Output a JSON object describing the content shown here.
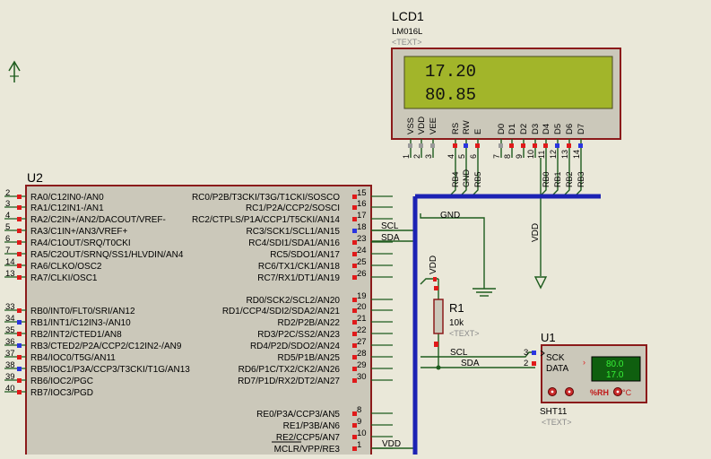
{
  "lcd": {
    "ref": "LCD1",
    "model": "LM016L",
    "text_placeholder": "<TEXT>",
    "line1": "17.20",
    "line2": "80.85",
    "pin_names": [
      "VSS",
      "VDD",
      "VEE",
      "RS",
      "RW",
      "E",
      "D0",
      "D1",
      "D2",
      "D3",
      "D4",
      "D5",
      "D6",
      "D7"
    ],
    "pin_numbers": [
      "1",
      "2",
      "3",
      "4",
      "5",
      "6",
      "7",
      "8",
      "9",
      "10",
      "11",
      "12",
      "13",
      "14"
    ],
    "bus_labels": [
      "RB4",
      "GND",
      "RB5",
      "RB0",
      "RB1",
      "RB2",
      "RB3"
    ]
  },
  "mcu": {
    "ref": "U2",
    "left_pins": [
      {
        "num": "2",
        "name": "RA0/C12IN0-/AN0"
      },
      {
        "num": "3",
        "name": "RA1/C12IN1-/AN1"
      },
      {
        "num": "4",
        "name": "RA2/C2IN+/AN2/DACOUT/VREF-"
      },
      {
        "num": "5",
        "name": "RA3/C1IN+/AN3/VREF+"
      },
      {
        "num": "6",
        "name": "RA4/C1OUT/SRQ/T0CKI"
      },
      {
        "num": "7",
        "name": "RA5/C2OUT/SRNQ/SS1/HLVDIN/AN4"
      },
      {
        "num": "14",
        "name": "RA6/CLKO/OSC2"
      },
      {
        "num": "13",
        "name": "RA7/CLKI/OSC1"
      },
      {
        "num": "33",
        "name": "RB0/INT0/FLT0/SRI/AN12"
      },
      {
        "num": "34",
        "name": "RB1/INT1/C12IN3-/AN10"
      },
      {
        "num": "35",
        "name": "RB2/INT2/CTED1/AN8"
      },
      {
        "num": "36",
        "name": "RB3/CTED2/P2A/CCP2/C12IN2-/AN9"
      },
      {
        "num": "37",
        "name": "RB4/IOC0/T5G/AN11"
      },
      {
        "num": "38",
        "name": "RB5/IOC1/P3A/CCP3/T3CKI/T1G/AN13"
      },
      {
        "num": "39",
        "name": "RB6/IOC2/PGC"
      },
      {
        "num": "40",
        "name": "RB7/IOC3/PGD"
      }
    ],
    "right_pins": [
      {
        "num": "15",
        "name": "RC0/P2B/T3CKI/T3G/T1CKI/SOSCO"
      },
      {
        "num": "16",
        "name": "RC1/P2A/CCP2/SOSCI"
      },
      {
        "num": "17",
        "name": "RC2/CTPLS/P1A/CCP1/T5CKI/AN14"
      },
      {
        "num": "18",
        "name": "RC3/SCK1/SCL1/AN15"
      },
      {
        "num": "23",
        "name": "RC4/SDI1/SDA1/AN16"
      },
      {
        "num": "24",
        "name": "RC5/SDO1/AN17"
      },
      {
        "num": "25",
        "name": "RC6/TX1/CK1/AN18"
      },
      {
        "num": "26",
        "name": "RC7/RX1/DT1/AN19"
      },
      {
        "num": "19",
        "name": "RD0/SCK2/SCL2/AN20"
      },
      {
        "num": "20",
        "name": "RD1/CCP4/SDI2/SDA2/AN21"
      },
      {
        "num": "21",
        "name": "RD2/P2B/AN22"
      },
      {
        "num": "22",
        "name": "RD3/P2C/SS2/AN23"
      },
      {
        "num": "27",
        "name": "RD4/P2D/SDO2/AN24"
      },
      {
        "num": "28",
        "name": "RD5/P1B/AN25"
      },
      {
        "num": "29",
        "name": "RD6/P1C/TX2/CK2/AN26"
      },
      {
        "num": "30",
        "name": "RD7/P1D/RX2/DT2/AN27"
      },
      {
        "num": "8",
        "name": "RE0/P3A/CCP3/AN5"
      },
      {
        "num": "9",
        "name": "RE1/P3B/AN6"
      },
      {
        "num": "10",
        "name": "RE2/CCP5/AN7"
      },
      {
        "num": "1",
        "name": "MCLR/VPP/RE3"
      }
    ]
  },
  "nets": {
    "scl": "SCL",
    "sda": "SDA",
    "gnd": "GND",
    "vdd": "VDD"
  },
  "resistor": {
    "ref": "R1",
    "value": "10k",
    "text_placeholder": "<TEXT>"
  },
  "sensor": {
    "ref": "U1",
    "model": "SHT11",
    "text_placeholder": "<TEXT>",
    "pin_sck": "SCK",
    "pin_data": "DATA",
    "pin_sck_num": "3",
    "pin_data_num": "2",
    "temp_reading": "80.0",
    "hum_reading": "17.0",
    "rh_label": "%RH",
    "c_label": "°C"
  },
  "colors": {
    "background": "#eae8d9",
    "component_fill": "#cbc8ba",
    "component_border": "#8b1a1a",
    "wire": "#1e5c1e",
    "bus": "#1c22b4",
    "lcd_screen": "#a2b52a",
    "sensor_display": "#0f5f0f",
    "sensor_display_text": "#37f137",
    "pin_red": "#e01a1a",
    "pin_blue": "#2a35e0",
    "pin_gray": "#9a9a9a"
  }
}
